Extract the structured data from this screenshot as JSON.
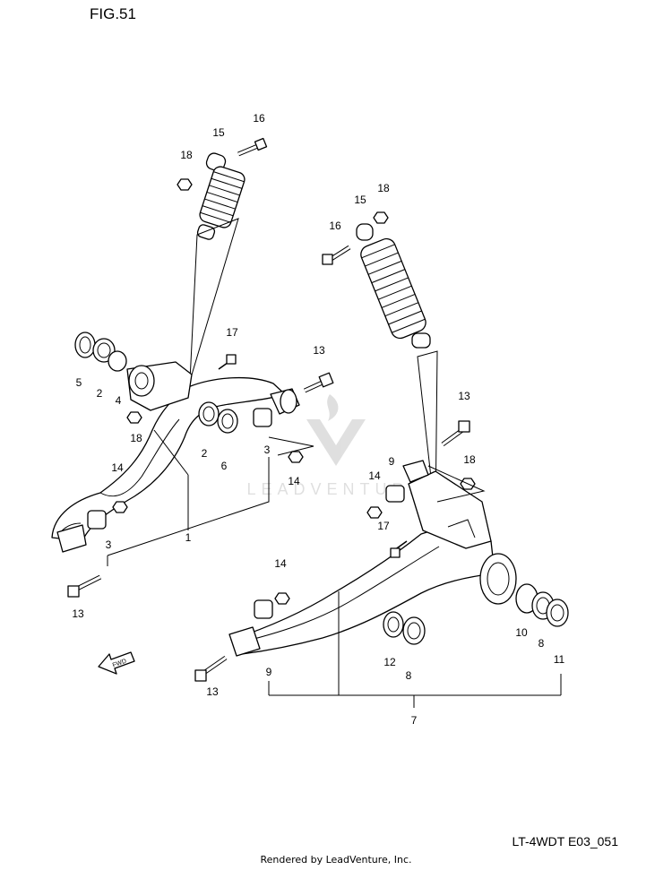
{
  "figure": {
    "title": "FIG.51",
    "reference": "LT-4WDT E03_051",
    "rendered_by": "Rendered by LeadVenture, Inc.",
    "watermark": "LEADVENTURE"
  },
  "callouts": {
    "c1": "1",
    "c2a": "2",
    "c2b": "2",
    "c3a": "3",
    "c3b": "3",
    "c4": "4",
    "c5": "5",
    "c6": "6",
    "c7": "7",
    "c8a": "8",
    "c8b": "8",
    "c9a": "9",
    "c9b": "9",
    "c10": "10",
    "c11": "11",
    "c12": "12",
    "c13a": "13",
    "c13b": "13",
    "c13c": "13",
    "c13d": "13",
    "c14a": "14",
    "c14b": "14",
    "c14c": "14",
    "c14d": "14",
    "c15a": "15",
    "c15b": "15",
    "c16a": "16",
    "c16b": "16",
    "c17a": "17",
    "c17b": "17",
    "c18a": "18",
    "c18b": "18",
    "c18c": "18",
    "c18d": "18"
  },
  "direction_marker": "FWD"
}
